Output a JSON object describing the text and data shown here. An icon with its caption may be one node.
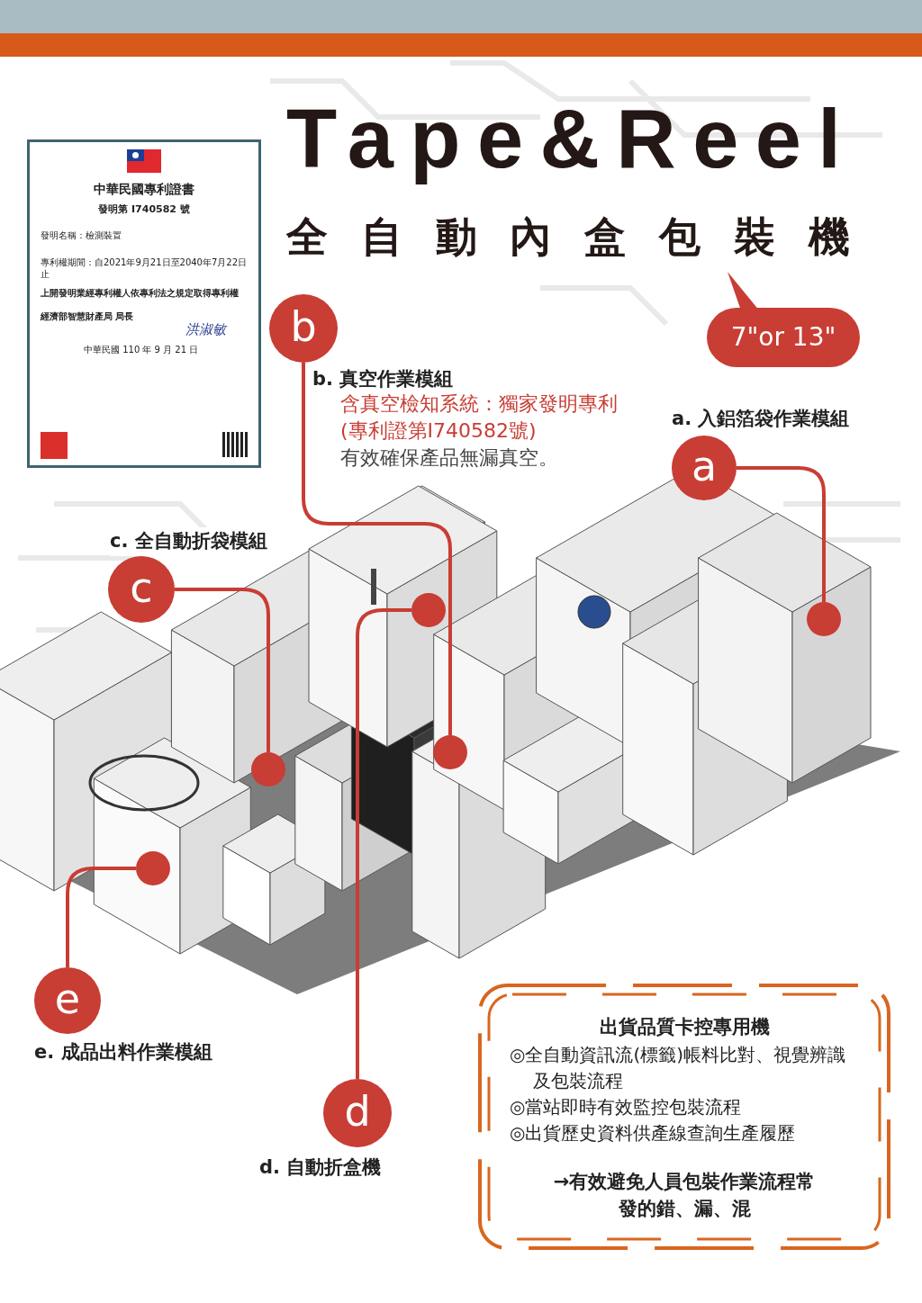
{
  "diagram": {
    "title": "Tape&Reel",
    "nodes": [
      {
        "text": [
          "中華民國專利證書",
          "發明第 I740582 號",
          "發明名稱：檢測裝置",
          "專利權期間：自2021年9月21日至2040年7月22日止",
          "上開發明業經專利權人依專利法之規定取得專利權",
          "經濟部智慧財產局 局長",
          "洪淑敏",
          "中華民國 110 年 9 月 21 日"
        ]
      },
      {
        "text": [
          "7\"or 13\""
        ]
      },
      {
        "text": [
          "b"
        ],
        "beside": [
          "b. 真空作業模組",
          "含真空檢知系統：獨家發明專利(專利證第I740582號)",
          "有效確保產品無漏真空。"
        ]
      },
      {
        "text": [
          "a"
        ],
        "beside": [
          "a. 入鋁箔袋作業模組"
        ]
      },
      {
        "text": [
          "c"
        ],
        "beside": [
          "c. 全自動折袋模組"
        ]
      },
      {
        "text": [],
        "shape": "circle"
      },
      {
        "text": [],
        "shape": "circle"
      },
      {
        "text": [],
        "shape": "circle"
      },
      {
        "text": [],
        "shape": "circle"
      },
      {
        "text": [],
        "shape": "circle"
      },
      {
        "text": [
          "e"
        ],
        "beside": [
          "e. 成品出料作業模組"
        ]
      },
      {
        "text": [
          "出貨品質卡控專用機",
          "◎全自動資訊流(標籤)帳料比對、視覺辨識及包裝流程",
          "◎當站即時有效監控包裝流程",
          "◎出貨歷史資料供產線查詢生產履歷",
          "→有效避免人員包裝作業流程常發的錯、漏、混"
        ]
      },
      {
        "text": [
          "d"
        ],
        "beside": [
          "d. 自動折盒機"
        ]
      }
    ],
    "edges": [
      {
        "from": 2,
        "to": 7,
        "arrow": "none"
      },
      {
        "from": 3,
        "to": 6,
        "arrow": "none"
      },
      {
        "from": 4,
        "to": 8,
        "arrow": "none"
      },
      {
        "from": 10,
        "to": 9,
        "arrow": "none"
      },
      {
        "from": 12,
        "to": 5,
        "arrow": "none"
      }
    ],
    "labels": [
      "全自動內盒包裝機"
    ]
  }
}
